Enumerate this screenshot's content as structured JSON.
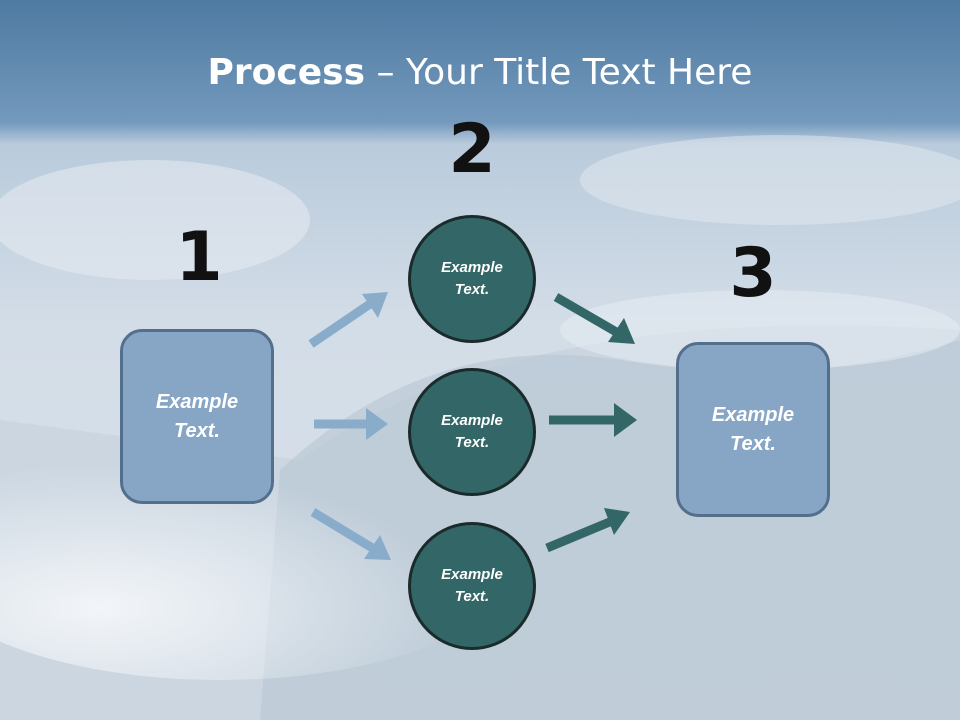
{
  "slide": {
    "title_bold": "Process",
    "title_rest": " – Your Title Text Here"
  },
  "steps": {
    "num1": "1",
    "num2": "2",
    "num3": "3"
  },
  "nodes": {
    "left_box": "Example Text.",
    "circle_top": "Example Text.",
    "circle_middle": "Example Text.",
    "circle_bottom": "Example Text.",
    "right_box": "Example Text."
  },
  "colors": {
    "box_fill": "#87a6c6",
    "circle_fill": "#336666",
    "left_arrows": "#8aaccb",
    "right_arrows": "#336666"
  }
}
